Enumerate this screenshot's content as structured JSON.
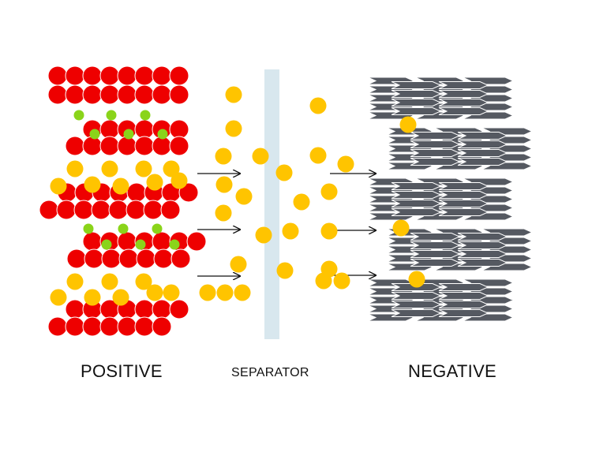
{
  "labels": {
    "positive": "POSITIVE",
    "separator": "SEPARATOR",
    "negative": "NEGATIVE"
  },
  "colors": {
    "cathode_atom": "#ee0000",
    "cathode_atom_stroke": "#ffffff",
    "lithium_ion": "#ffc400",
    "dopant": "#8ad41a",
    "graphite": "#555961",
    "graphite_stroke": "#ffffff",
    "separator": "#d8e7ee",
    "arrow": "#111111",
    "text": "#111111"
  },
  "components": {
    "positive_electrode": "cathode-lattice",
    "separator": "porous-membrane",
    "negative_electrode": "graphite-layers",
    "ions": "lithium-ion",
    "flow_direction": "positive-to-negative"
  }
}
